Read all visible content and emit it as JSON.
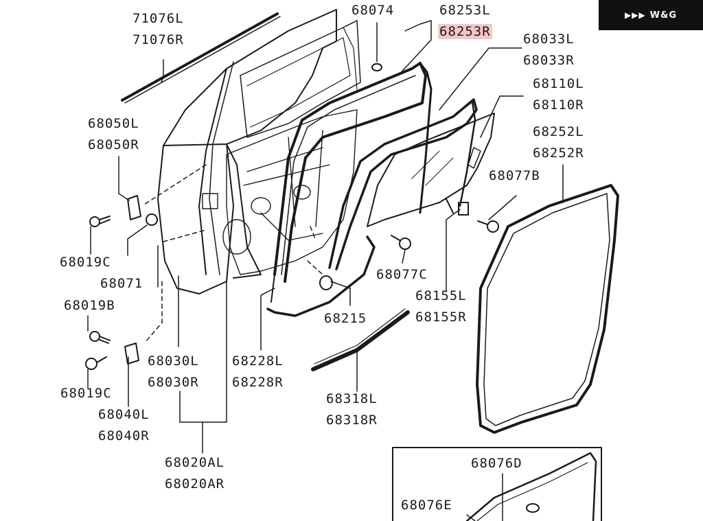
{
  "brand": {
    "logo_text": "W&G",
    "logo_mark": "▶▶▶"
  },
  "labels": {
    "p71076L": "71076L",
    "p71076R": "71076R",
    "p68074": "68074",
    "p68253L": "68253L",
    "p68253R": "68253R",
    "p68033L": "68033L",
    "p68033R": "68033R",
    "p68110L": "68110L",
    "p68110R": "68110R",
    "p68252L": "68252L",
    "p68252R": "68252R",
    "p68050L": "68050L",
    "p68050R": "68050R",
    "p68077B": "68077B",
    "p68019C_a": "68019C",
    "p68071": "68071",
    "p68077C": "68077C",
    "p68155L": "68155L",
    "p68155R": "68155R",
    "p68019B": "68019B",
    "p68215": "68215",
    "p68030L": "68030L",
    "p68030R": "68030R",
    "p68228L": "68228L",
    "p68228R": "68228R",
    "p68019C_b": "68019C",
    "p68318L": "68318L",
    "p68318R": "68318R",
    "p68040L": "68040L",
    "p68040R": "68040R",
    "p68020AL": "68020AL",
    "p68020AR": "68020AR",
    "p68076D": "68076D",
    "p68076E": "68076E"
  },
  "highlighted_part": "68253R",
  "colors": {
    "line": "#1a1a1a",
    "highlight": "#f6c6c6",
    "logo_bg": "#111111"
  }
}
